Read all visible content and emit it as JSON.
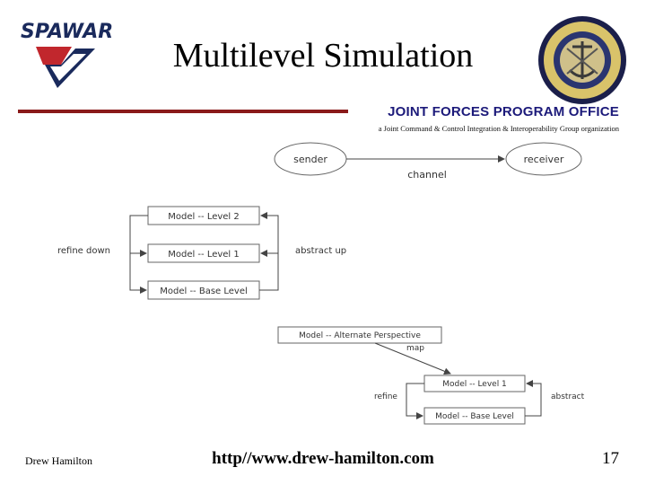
{
  "header": {
    "title": "Multilevel Simulation",
    "org_name": "JOINT FORCES PROGRAM OFFICE",
    "org_tagline": "a Joint Command & Control Integration & Interoperability Group organization",
    "logo_text": "SPAWAR",
    "seal_logo": "joint-forces-program-office-seal"
  },
  "colors": {
    "rule_red": "#8a1a1a",
    "org_blue": "#1c1a7a",
    "logo_navy": "#1a2a5c",
    "logo_red": "#c1272d",
    "diagram_gray": "#666666"
  },
  "diagram": {
    "top": {
      "sender": "sender",
      "receiver": "receiver",
      "channel": "channel"
    },
    "middle": {
      "levels": [
        "Model -- Level 2",
        "Model -- Level 1",
        "Model -- Base Level"
      ],
      "refine_label": "refine down",
      "abstract_label": "abstract up"
    },
    "bottom": {
      "alternate": "Model -- Alternate Perspective",
      "map_label": "map",
      "level1": "Model --  Level 1",
      "base": "Model -- Base Level",
      "refine_label": "refine",
      "abstract_label": "abstract"
    }
  },
  "footer": {
    "author": "Drew Hamilton",
    "url": "http//www.drew-hamilton.com",
    "page_number": "17"
  }
}
